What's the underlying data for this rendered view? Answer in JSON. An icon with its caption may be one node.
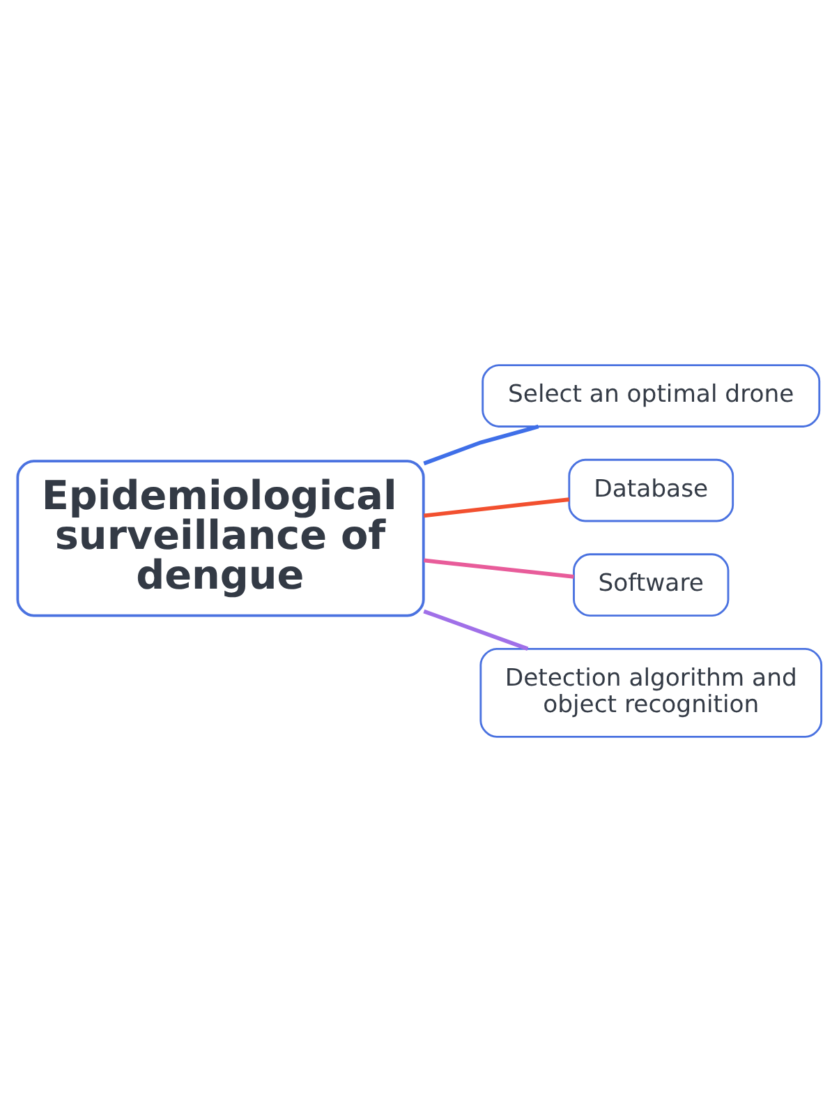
{
  "diagram": {
    "nodes": [
      {
        "text": [
          "Epidemiological surveillance of dengue"
        ]
      },
      {
        "text": [
          "Select an optimal drone"
        ]
      },
      {
        "text": [
          "Database"
        ]
      },
      {
        "text": [
          "Software"
        ]
      },
      {
        "text": [
          "Detection algorithm and object recognition"
        ]
      }
    ],
    "edges": [
      {
        "from": 0,
        "to": 1,
        "arrow": "none",
        "color": "#3f6fe8"
      },
      {
        "from": 0,
        "to": 2,
        "arrow": "none",
        "color": "#f2502f"
      },
      {
        "from": 0,
        "to": 3,
        "arrow": "none",
        "color": "#e85c9a"
      },
      {
        "from": 0,
        "to": 4,
        "arrow": "none",
        "color": "#a070e8"
      }
    ]
  }
}
